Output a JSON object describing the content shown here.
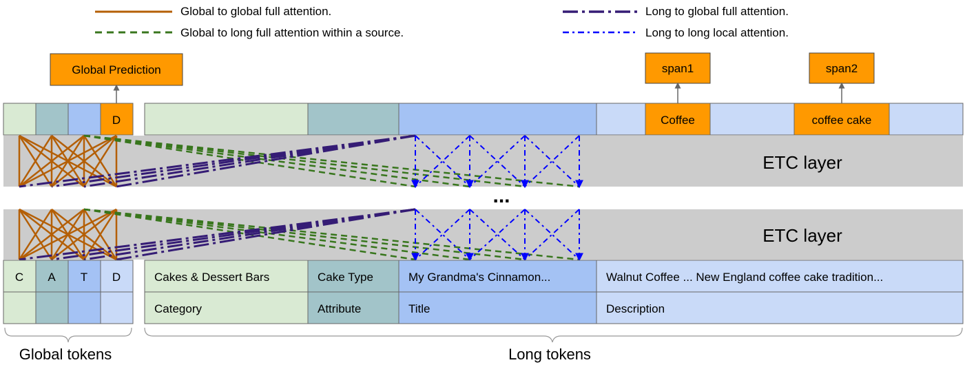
{
  "legend": {
    "global_to_global": "Global to global full attention.",
    "global_to_long": "Global to long full attention within a source.",
    "long_to_global": "Long to global full attention.",
    "long_to_long": "Long to long local attention."
  },
  "outputs": {
    "global_prediction": "Global Prediction",
    "span1": "span1",
    "span2": "span2"
  },
  "top_tokens": {
    "global_d": "D",
    "coffee": "Coffee",
    "coffee_cake": "coffee cake"
  },
  "layers": {
    "label": "ETC layer",
    "ellipsis": "..."
  },
  "global_tokens": [
    "C",
    "A",
    "T",
    "D"
  ],
  "long_values": {
    "category": "Cakes & Dessert Bars",
    "attribute": "Cake Type",
    "title": "My Grandma's Cinnamon...",
    "description": "Walnut Coffee ... New England coffee cake tradition..."
  },
  "long_names": {
    "category": "Category",
    "attribute": "Attribute",
    "title": "Title",
    "description": "Description"
  },
  "footer": {
    "global_tokens": "Global tokens",
    "long_tokens": "Long tokens"
  },
  "colors": {
    "category": "#d9ead3",
    "attribute": "#a2c4c9",
    "title": "#a4c2f4",
    "description": "#c9daf8",
    "orange": "#ff9900",
    "layer_gray": "#cccccc",
    "g2g": "#b45f06",
    "g2l": "#38761d",
    "l2g": "#351c75",
    "l2l": "#0000ff"
  }
}
